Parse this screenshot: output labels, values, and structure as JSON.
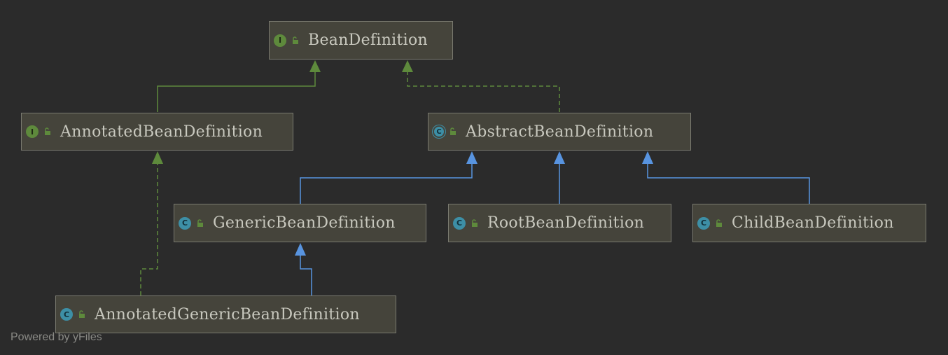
{
  "nodes": [
    {
      "id": "bean-definition",
      "label": "BeanDefinition",
      "kind": "I",
      "kind_name": "interface"
    },
    {
      "id": "annotated-bean-definition",
      "label": "AnnotatedBeanDefinition",
      "kind": "I",
      "kind_name": "interface"
    },
    {
      "id": "abstract-bean-definition",
      "label": "AbstractBeanDefinition",
      "kind": "C",
      "kind_name": "abstract-class"
    },
    {
      "id": "generic-bean-definition",
      "label": "GenericBeanDefinition",
      "kind": "C",
      "kind_name": "class"
    },
    {
      "id": "root-bean-definition",
      "label": "RootBeanDefinition",
      "kind": "C",
      "kind_name": "class"
    },
    {
      "id": "child-bean-definition",
      "label": "ChildBeanDefinition",
      "kind": "C",
      "kind_name": "class"
    },
    {
      "id": "annotated-generic-bean-definition",
      "label": "AnnotatedGenericBeanDefinition",
      "kind": "C",
      "kind_name": "class"
    }
  ],
  "edges": [
    {
      "from": "annotated-bean-definition",
      "to": "bean-definition",
      "type": "extends-interface"
    },
    {
      "from": "abstract-bean-definition",
      "to": "bean-definition",
      "type": "implements"
    },
    {
      "from": "generic-bean-definition",
      "to": "abstract-bean-definition",
      "type": "extends"
    },
    {
      "from": "root-bean-definition",
      "to": "abstract-bean-definition",
      "type": "extends"
    },
    {
      "from": "child-bean-definition",
      "to": "abstract-bean-definition",
      "type": "extends"
    },
    {
      "from": "annotated-generic-bean-definition",
      "to": "annotated-bean-definition",
      "type": "implements"
    },
    {
      "from": "annotated-generic-bean-definition",
      "to": "generic-bean-definition",
      "type": "extends"
    }
  ],
  "colors": {
    "background": "#2b2b2b",
    "node_fill": "#45443b",
    "node_border": "#7a7a70",
    "label_text": "#c8c8be",
    "interface_edge": "#5e8a3c",
    "class_edge": "#5894e0",
    "interface_badge": "#5e8a3c",
    "class_badge": "#3d8fa6",
    "lock": "#5e8a3c"
  },
  "icons": {
    "interface_badge": "interface-icon",
    "class_badge": "class-icon",
    "abstract_badge": "abstract-class-icon",
    "visibility": "unlock-icon"
  },
  "footer": {
    "text": "Powered by yFiles"
  }
}
